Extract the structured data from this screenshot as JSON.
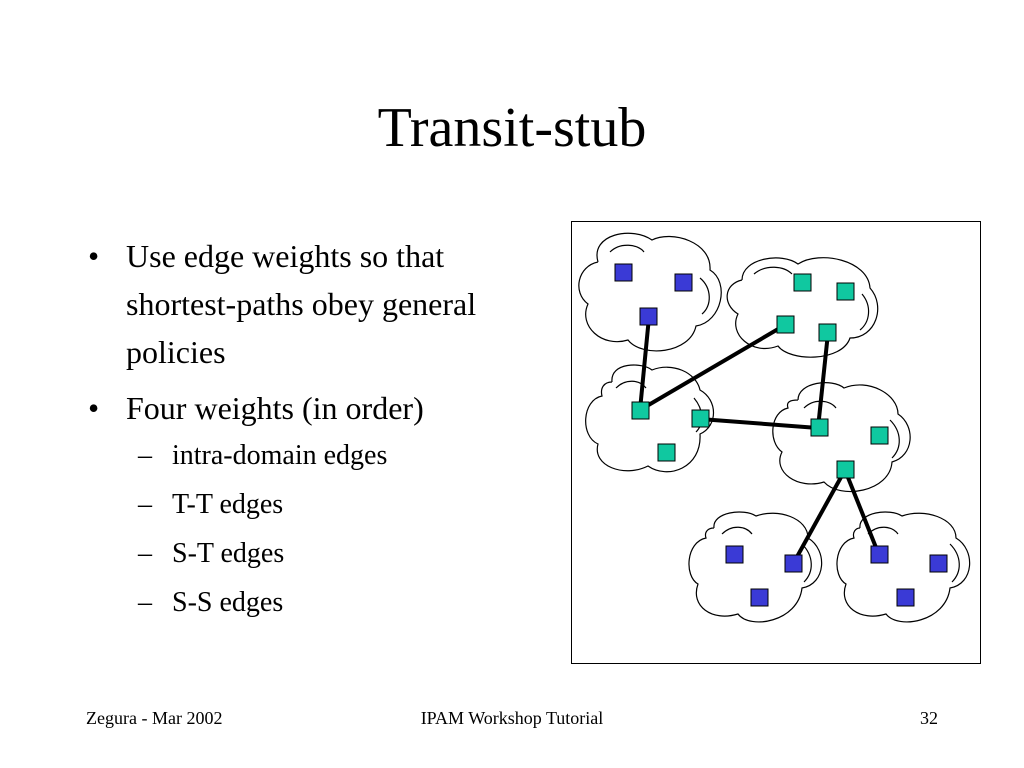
{
  "slide": {
    "title": "Transit-stub",
    "bullets": [
      {
        "text": "Use edge weights so that shortest-paths obey general policies"
      },
      {
        "text": "Four weights (in order)",
        "subitems": [
          "intra-domain edges",
          "T-T edges",
          "S-T edges",
          "S-S edges"
        ]
      }
    ],
    "bullet_glyph": "•",
    "sub_glyph": "–"
  },
  "footer": {
    "left": "Zegura - Mar 2002",
    "center": "IPAM Workshop Tutorial",
    "right": "32"
  },
  "diagram": {
    "colors": {
      "stub_node": "#3a3ad6",
      "transit_node": "#10c8a0",
      "edge": "#000000",
      "outline": "#000000"
    },
    "domains": [
      {
        "id": "stub-1",
        "kind": "stub"
      },
      {
        "id": "transit-1",
        "kind": "transit"
      },
      {
        "id": "transit-2",
        "kind": "transit"
      },
      {
        "id": "transit-3",
        "kind": "transit"
      },
      {
        "id": "stub-2",
        "kind": "stub"
      },
      {
        "id": "stub-3",
        "kind": "stub"
      }
    ],
    "edges": [
      {
        "from": "stub-1",
        "to": "transit-2",
        "type": "S-T"
      },
      {
        "from": "transit-2",
        "to": "transit-1",
        "type": "T-T"
      },
      {
        "from": "transit-2",
        "to": "transit-3",
        "type": "T-T"
      },
      {
        "from": "transit-1",
        "to": "transit-3",
        "type": "T-T"
      },
      {
        "from": "transit-3",
        "to": "stub-2",
        "type": "S-T"
      },
      {
        "from": "transit-3",
        "to": "stub-3",
        "type": "S-T"
      }
    ]
  }
}
